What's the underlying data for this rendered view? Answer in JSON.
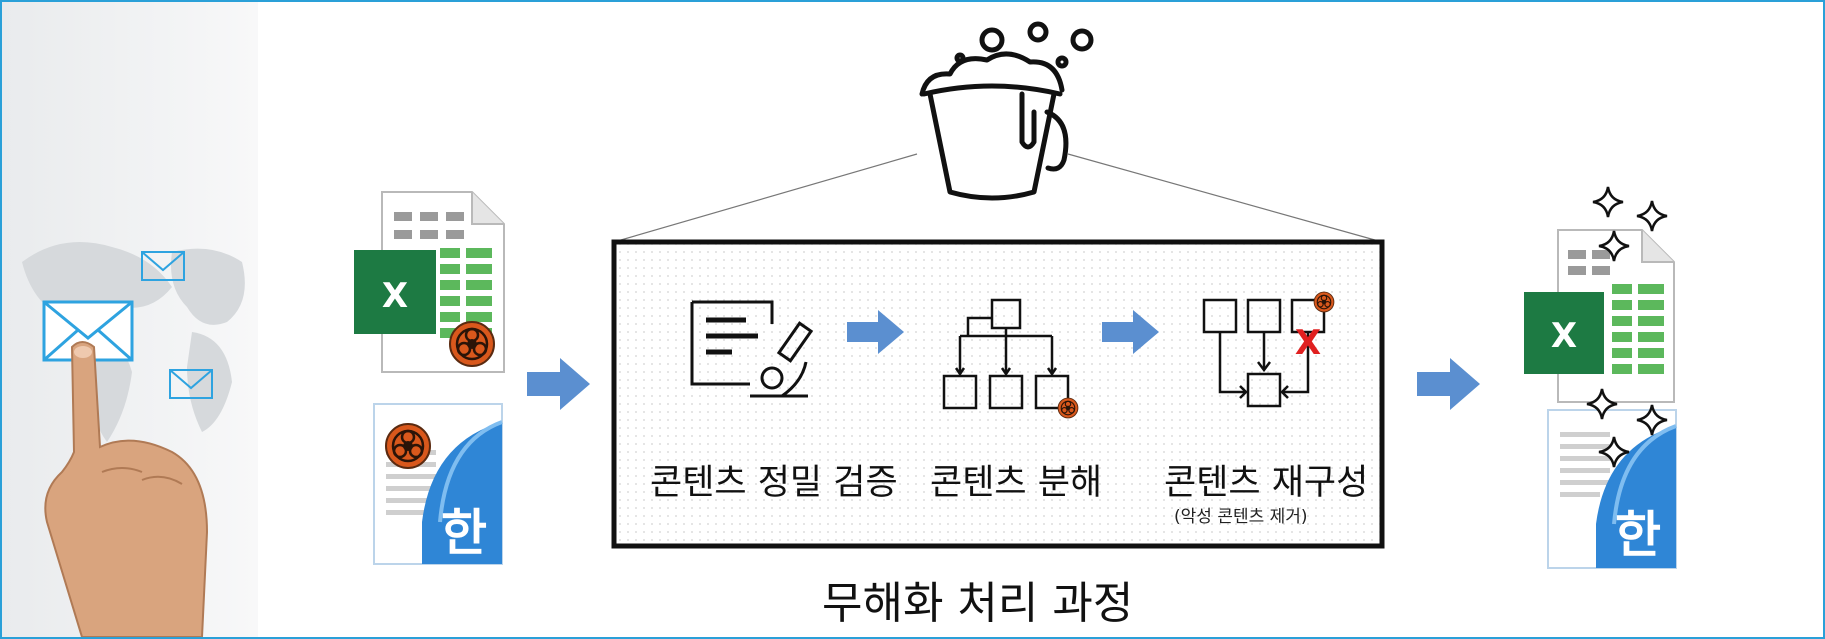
{
  "steps": {
    "verify_label": "콘텐츠 정밀 검증",
    "decompose_label": "콘텐츠 분해",
    "reconstruct_label": "콘텐츠 재구성",
    "reconstruct_sub": "(악성 콘텐츠 제거)"
  },
  "title": "무해화 처리 과정",
  "files": {
    "excel_letter": "X",
    "hwp_letter": "한"
  },
  "marks": {
    "removed": "X"
  },
  "colors": {
    "frame": "#2aa0d8",
    "arrow": "#5b8fd0",
    "excel": "#1d7a43",
    "excel_cells": "#5cb85c",
    "hwp": "#2f86d6",
    "biohazard": "#d9581c",
    "mail": "#2ea3e0",
    "remove_mark": "#e02020"
  }
}
